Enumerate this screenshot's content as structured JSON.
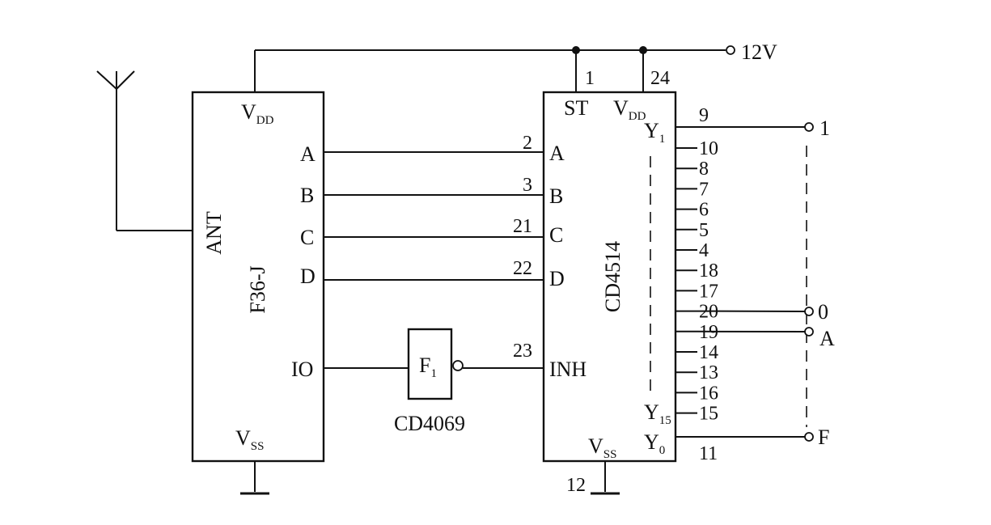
{
  "supply": {
    "label": "12V"
  },
  "antenna": {
    "name": "antenna-symbol"
  },
  "receiver": {
    "name": "F36-J",
    "ant_label": "ANT",
    "vdd": {
      "main": "V",
      "sub": "DD"
    },
    "vss": {
      "main": "V",
      "sub": "SS"
    },
    "pins": [
      "A",
      "B",
      "C",
      "D",
      "IO"
    ]
  },
  "inverter": {
    "label": {
      "main": "F",
      "sub": "1"
    },
    "part": "CD4069"
  },
  "decoder": {
    "name": "CD4514",
    "top_pins": [
      {
        "label": "ST",
        "number": "1"
      },
      {
        "label": "V",
        "sub": "DD",
        "number": "24"
      }
    ],
    "vss": {
      "main": "V",
      "sub": "SS",
      "number": "12"
    },
    "inputs": [
      {
        "label": "A",
        "number": "2"
      },
      {
        "label": "B",
        "number": "3"
      },
      {
        "label": "C",
        "number": "21"
      },
      {
        "label": "D",
        "number": "22"
      },
      {
        "label": "INH",
        "number": "23"
      }
    ],
    "y1": {
      "main": "Y",
      "sub": "1"
    },
    "y15": {
      "main": "Y",
      "sub": "15"
    },
    "y0": {
      "main": "Y",
      "sub": "0"
    },
    "output_pins": [
      "9",
      "10",
      "8",
      "7",
      "6",
      "5",
      "4",
      "18",
      "17",
      "20",
      "19",
      "14",
      "13",
      "16",
      "15",
      "11"
    ]
  },
  "terminals": [
    "1",
    "0",
    "A",
    "F"
  ]
}
